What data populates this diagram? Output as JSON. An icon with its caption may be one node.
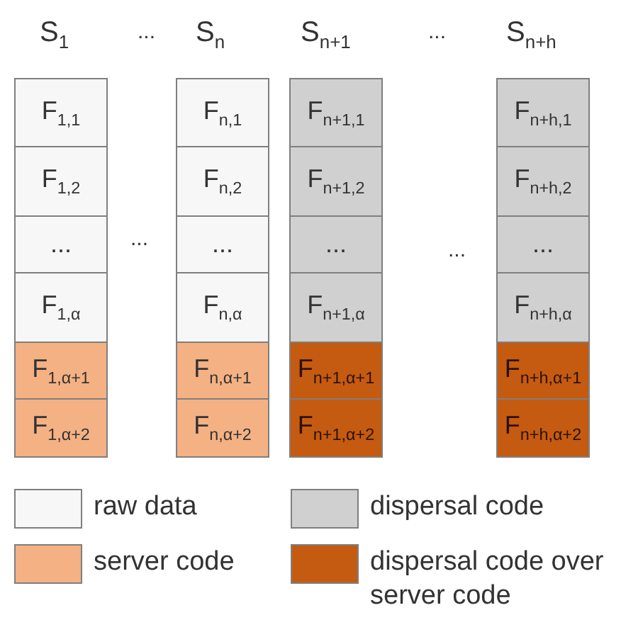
{
  "diagram": {
    "nodes": [
      {
        "text": [
          "F$_{1,1}$"
        ]
      },
      {
        "text": [
          "F$_{n,1}$"
        ]
      },
      {
        "text": [
          "F$_{n+1,1}$"
        ]
      },
      {
        "text": [
          "F$_{n+h,1}$"
        ]
      },
      {
        "text": [
          "F$_{1,2}$"
        ]
      },
      {
        "text": [
          "F$_{n,2}$"
        ]
      },
      {
        "text": [
          "F$_{n+1,2}$"
        ]
      },
      {
        "text": [
          "F$_{n+h,2}$"
        ]
      },
      {
        "text": [
          "..."
        ]
      },
      {
        "text": [
          "..."
        ]
      },
      {
        "text": [
          "..."
        ]
      },
      {
        "text": [
          "..."
        ]
      },
      {
        "text": [
          "F$_{1,α}$"
        ]
      },
      {
        "text": [
          "F$_{n,α}$"
        ]
      },
      {
        "text": [
          "F$_{n+1,α}$"
        ]
      },
      {
        "text": [
          "F$_{n+h,α}$"
        ]
      },
      {
        "text": [
          "F$_{1,α+1}$"
        ]
      },
      {
        "text": [
          "F$_{n,α+1}$"
        ]
      },
      {
        "text": [
          "F$_{n+1,α+1}$"
        ]
      },
      {
        "text": [
          "F$_{n+h,α+1}$"
        ]
      },
      {
        "text": [
          "F$_{1,α+2}$"
        ]
      },
      {
        "text": [
          "F$_{n,α+2}$"
        ]
      },
      {
        "text": [
          "F$_{n+1,α+2}$"
        ]
      },
      {
        "text": [
          "F$_{n+h,α+2}$"
        ]
      }
    ],
    "edges": [],
    "labels": [
      "S$_{1}$",
      "...",
      "S$_{n}$",
      "S$_{n+1}$",
      "...",
      "S$_{n+h}$",
      "...",
      "..."
    ],
    "legend": [
      {
        "text": "raw data",
        "color": "#f7f7f7"
      },
      {
        "text": "dispersal code",
        "color": "#d0d0d0"
      },
      {
        "text": "server code",
        "color": "#f4b183"
      },
      {
        "text": "dispersal code over server code",
        "color": "#c55a11"
      }
    ]
  }
}
